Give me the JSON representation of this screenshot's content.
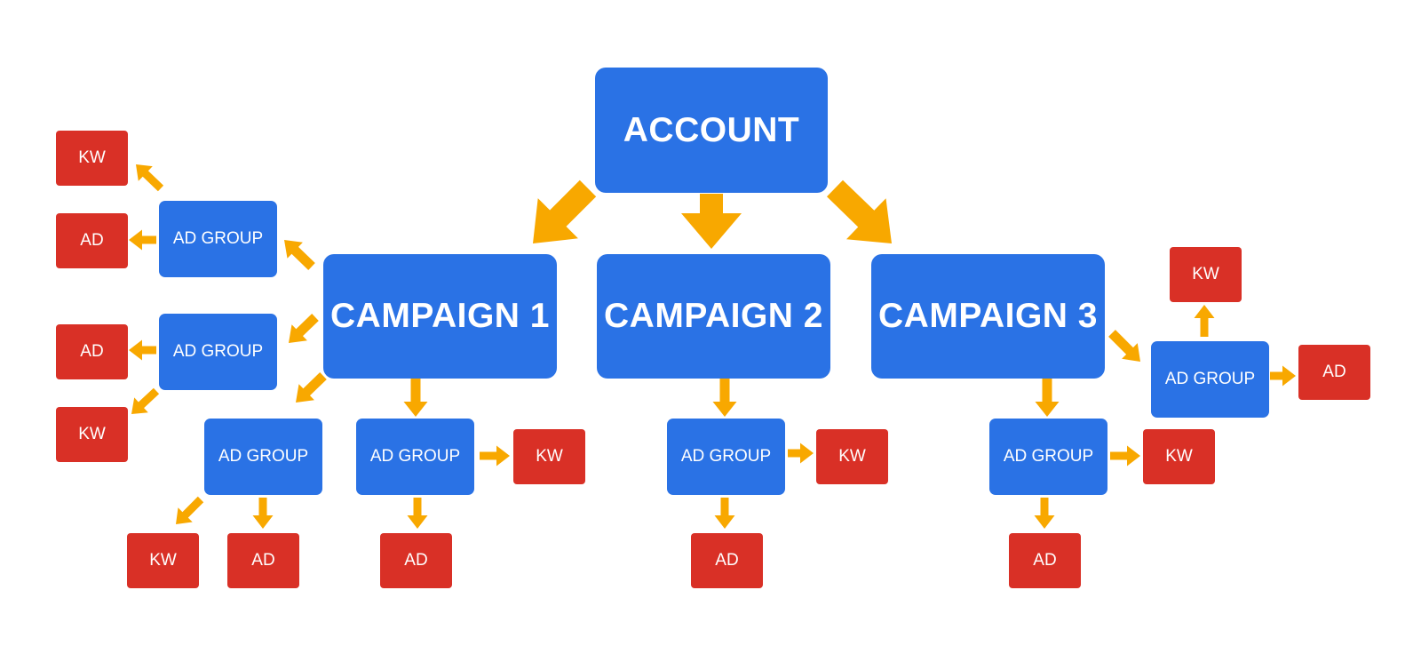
{
  "colors": {
    "account": "#2a72e5",
    "campaign": "#2a72e5",
    "ad_group": "#2a72e5",
    "leaf": "#d93026",
    "arrow": "#f8a800"
  },
  "account": {
    "label": "ACCOUNT"
  },
  "campaigns": [
    {
      "label": "CAMPAIGN 1"
    },
    {
      "label": "CAMPAIGN 2"
    },
    {
      "label": "CAMPAIGN 3"
    }
  ],
  "ad_groups": [
    {
      "label": "AD GROUP"
    },
    {
      "label": "AD GROUP"
    },
    {
      "label": "AD GROUP"
    },
    {
      "label": "AD GROUP"
    },
    {
      "label": "AD GROUP"
    },
    {
      "label": "AD GROUP"
    },
    {
      "label": "AD GROUP"
    }
  ],
  "leaves": [
    {
      "label": "KW"
    },
    {
      "label": "AD"
    },
    {
      "label": "AD"
    },
    {
      "label": "KW"
    },
    {
      "label": "KW"
    },
    {
      "label": "AD"
    },
    {
      "label": "KW"
    },
    {
      "label": "AD"
    },
    {
      "label": "KW"
    },
    {
      "label": "AD"
    },
    {
      "label": "KW"
    },
    {
      "label": "AD"
    },
    {
      "label": "KW"
    },
    {
      "label": "AD"
    }
  ]
}
